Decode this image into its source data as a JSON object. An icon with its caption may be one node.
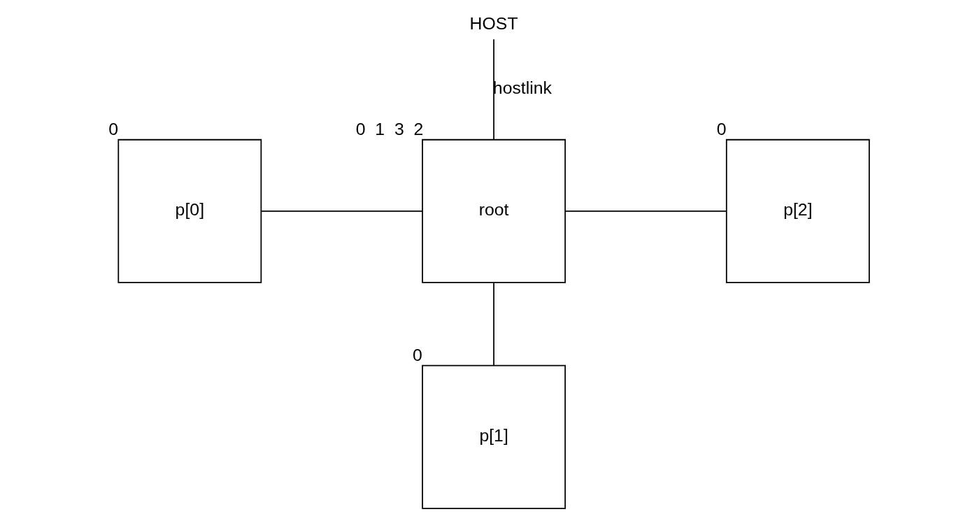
{
  "diagram": {
    "nodes": [
      {
        "text": [
          "HOST"
        ]
      },
      {
        "text": [
          "p[0]"
        ],
        "beside": [
          "0"
        ]
      },
      {
        "text": [
          "root"
        ],
        "beside": [
          "0",
          "1",
          "3",
          "2"
        ]
      },
      {
        "text": [
          "p[2]"
        ],
        "beside": [
          "0"
        ]
      },
      {
        "text": [
          "p[1]"
        ],
        "beside": [
          "0"
        ]
      }
    ],
    "edges": [
      {
        "from": 0,
        "to": 2,
        "arrow": "none",
        "label": "hostlink"
      },
      {
        "from": 1,
        "to": 2,
        "arrow": "none"
      },
      {
        "from": 2,
        "to": 3,
        "arrow": "none"
      },
      {
        "from": 2,
        "to": 4,
        "arrow": "none"
      }
    ]
  }
}
